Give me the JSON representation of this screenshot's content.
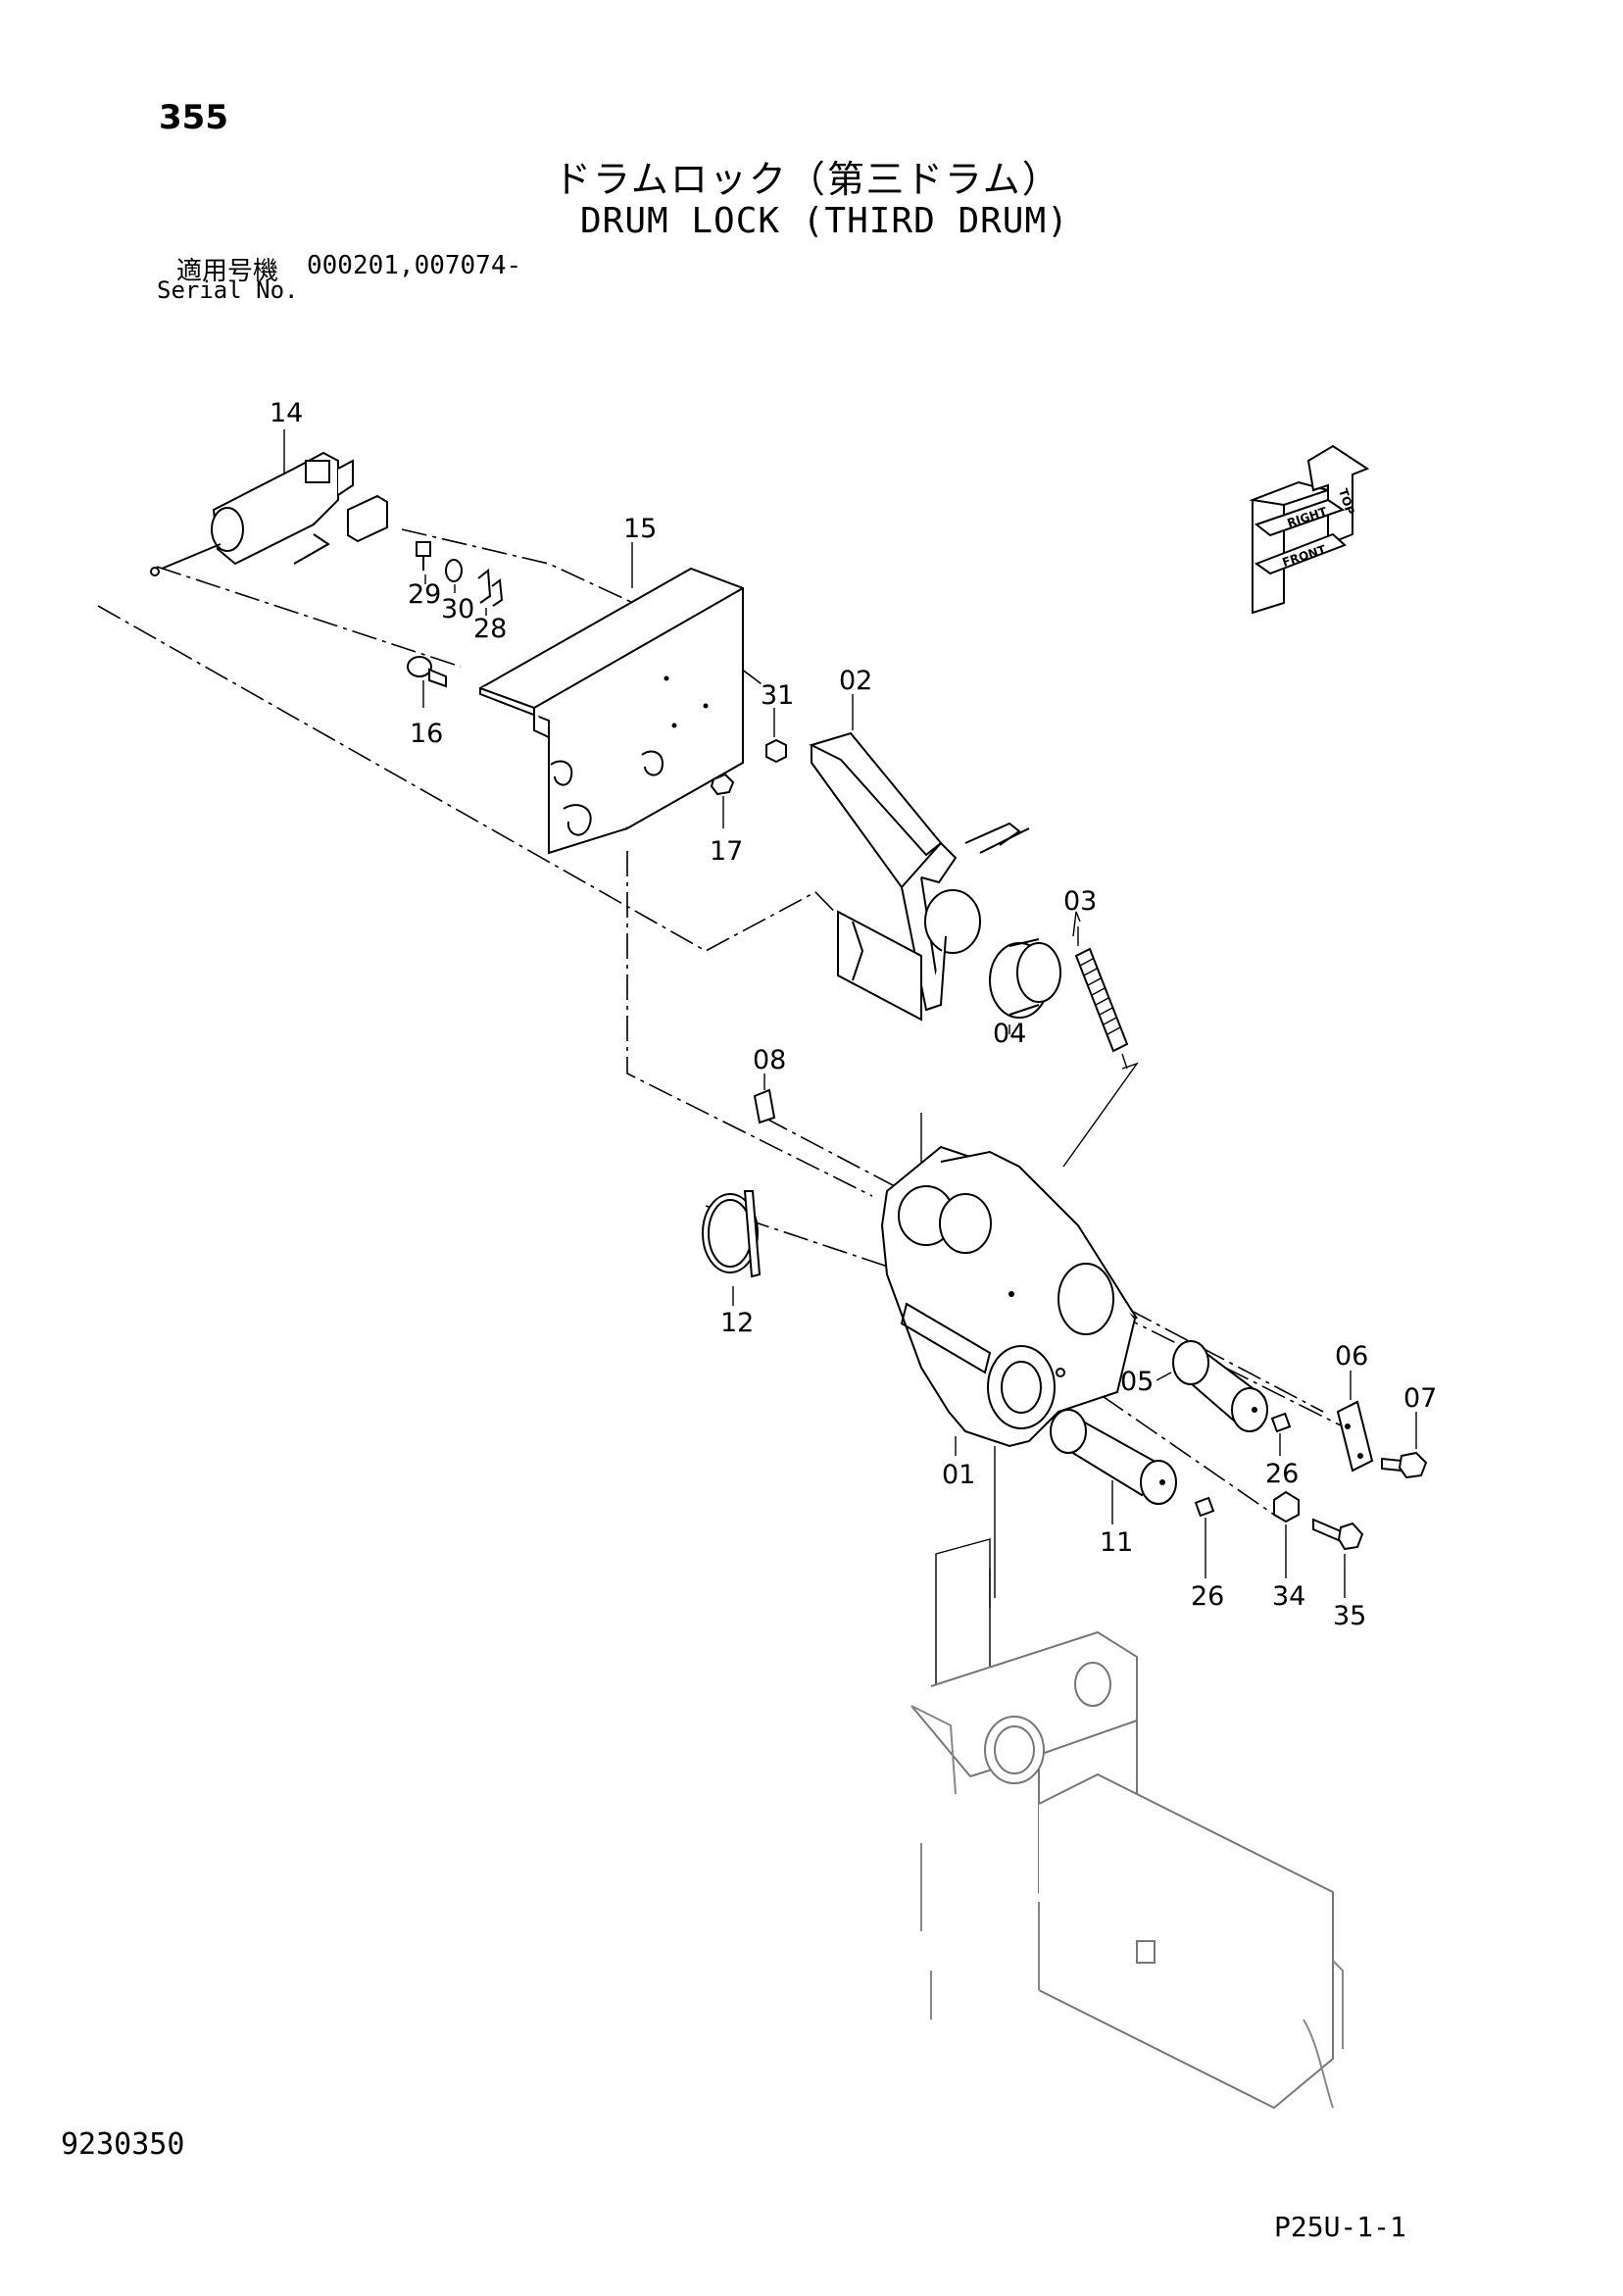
{
  "header": {
    "page_number": "355",
    "title_jp": "ドラムロック（第三ドラム）",
    "title_en": "DRUM LOCK (THIRD DRUM)",
    "serial_label_jp": "適用号機",
    "serial_value": "000201,007074-",
    "serial_label_en": "Serial No."
  },
  "orientation": {
    "top": "TOP",
    "right": "RIGHT",
    "front": "FRONT"
  },
  "callouts": {
    "c14": "14",
    "c15": "15",
    "c29": "29",
    "c30": "30",
    "c28": "28",
    "c16": "16",
    "c31": "31",
    "c17": "17",
    "c02": "02",
    "c03": "03",
    "c04": "04",
    "c08": "08",
    "c12": "12",
    "c06": "06",
    "c07": "07",
    "c05": "05",
    "c26a": "26",
    "c01": "01",
    "c11": "11",
    "c26b": "26",
    "c34": "34",
    "c35": "35"
  },
  "footer": {
    "drawing_number": "9230350",
    "sheet_code": "P25U-1-1"
  }
}
